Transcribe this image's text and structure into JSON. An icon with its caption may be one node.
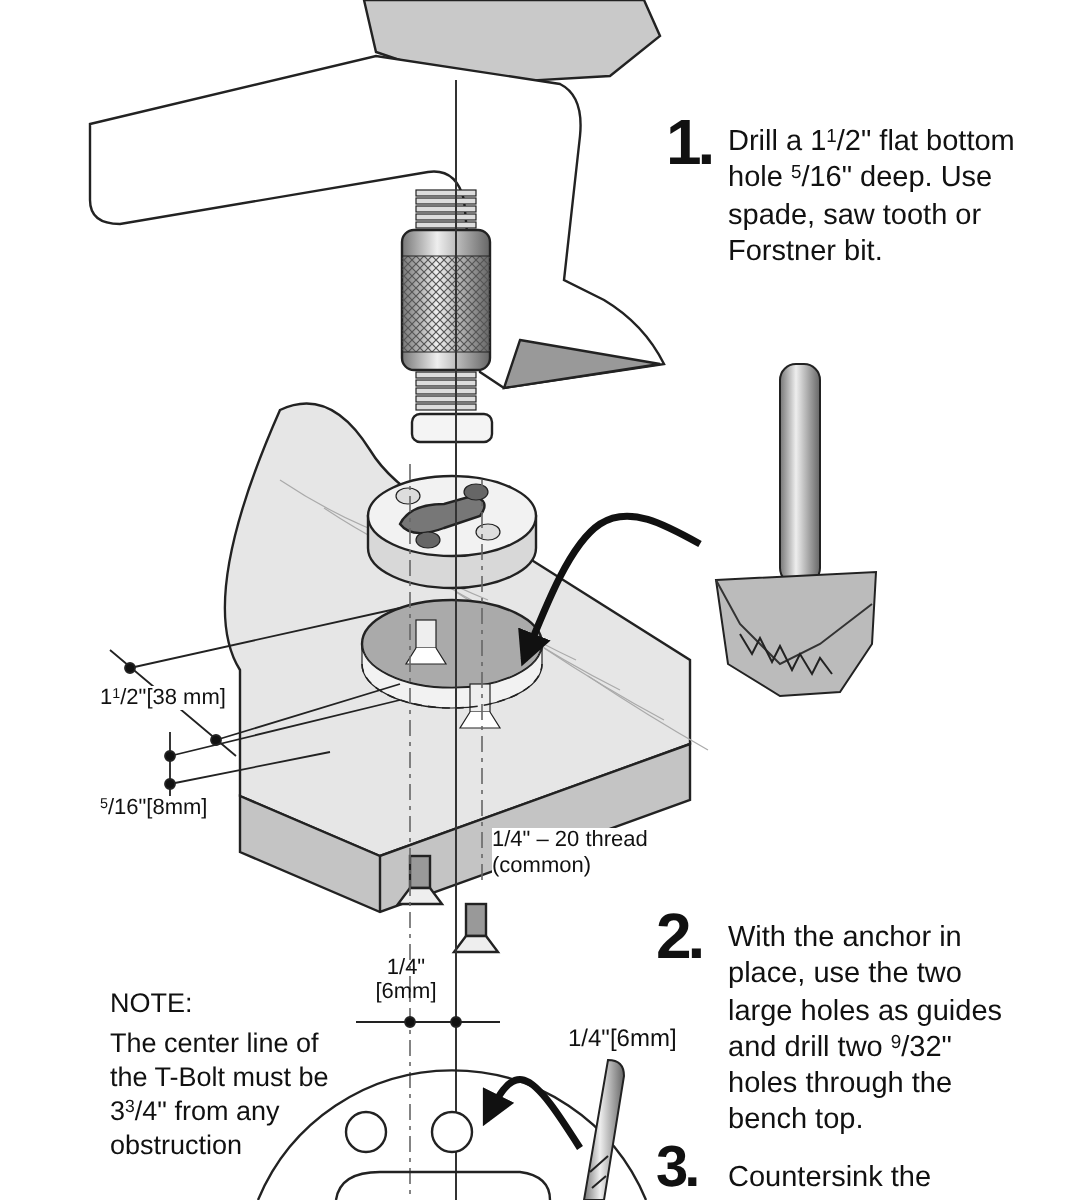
{
  "diagram": {
    "nodes": [
      {
        "text": [],
        "shape": "picture"
      },
      {
        "text": [],
        "shape": "picture",
        "beside": [
          "1/4\"[6mm]"
        ]
      }
    ],
    "edges": [
      {
        "from": 0,
        "to": null,
        "arrow": "to"
      },
      {
        "from": 1,
        "to": null,
        "arrow": "to"
      }
    ],
    "labels": [
      "1.",
      "Drill a 1$^{1}$/2\" flat bottom hole $^{5}$/16\" deep. Use spade, saw tooth or Forstner bit.",
      "1$^{1}$/2\"[38 mm]",
      "$^{5}$/16\"[8mm]",
      "1/4\" – 20 thread (common)",
      "2.",
      "With the anchor in place, use the two large holes as guides and drill two $^{9}$/32\" holes through the bench top.",
      "1/4\" [6mm]",
      "NOTE:",
      "The center line of the T-Bolt must be 3$^{3}$/4\" from any obstruction",
      "3.",
      "Countersink the"
    ]
  }
}
